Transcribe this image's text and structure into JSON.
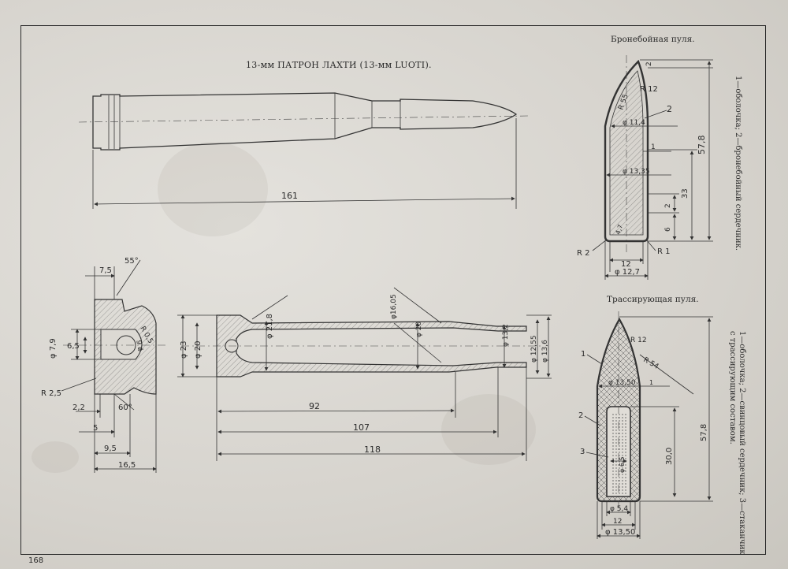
{
  "title": "13-мм ПАТРОН ЛАХТИ (13-мм LUOTI).",
  "page_number": "168",
  "armor_piercing": {
    "title": "Бронебойная пуля.",
    "legend": "1—оболочка; 2—бронебойный сердечник."
  },
  "tracer": {
    "title": "Трассирующая пуля.",
    "legend_line1": "1—оболочка; 2—свинцовый сердечник; 3—стаканчик",
    "legend_line2": "с трассирующим составом."
  },
  "cartridge_dims": {
    "overall_length": "161"
  },
  "case_dims": {
    "len_92": "92",
    "len_107": "107",
    "len_118": "118",
    "d_23": "φ 23",
    "d_20": "φ 20",
    "d_218": "φ 21,8",
    "d_20b": "φ 20",
    "d_1605": "φ16,05",
    "d_132": "φ 13,2",
    "d_1255": "φ 12,55",
    "d_136": "φ 13,6",
    "d_79": "φ 7,9",
    "d_65": "6,5",
    "d_60": "φ 6",
    "r_25": "R 2,5",
    "r_05": "R 0,5",
    "a_55": "55°",
    "a_60": "60°",
    "l_75": "7,5",
    "l_22": "2,2",
    "l_5": "5",
    "l_95": "9,5",
    "l_165": "16,5"
  },
  "ap_dims": {
    "top_2": "2",
    "r_12": "R 12",
    "r_55": "R 55",
    "part_2": "2",
    "d_114": "φ 11,4",
    "d_1335": "φ 13,35",
    "gap_1": "1",
    "len_578": "57,8",
    "len_33": "33",
    "len_2": "2",
    "len_6": "6",
    "d_47": "4,7",
    "r_2": "R 2",
    "r_1": "R 1",
    "d_12": "12",
    "d_127": "φ 12,7"
  },
  "tr_dims": {
    "part_1": "1",
    "part_2": "2",
    "part_3": "3",
    "r_12": "R 12",
    "r_54": "R 54",
    "d_1350": "φ 13,50",
    "gap_1": "1",
    "len_578": "57,8",
    "len_30": "30,0",
    "d_65": "φ 6,5",
    "d_54": "φ 5,4",
    "d_12": "12",
    "d_1350b": "φ 13,50"
  }
}
